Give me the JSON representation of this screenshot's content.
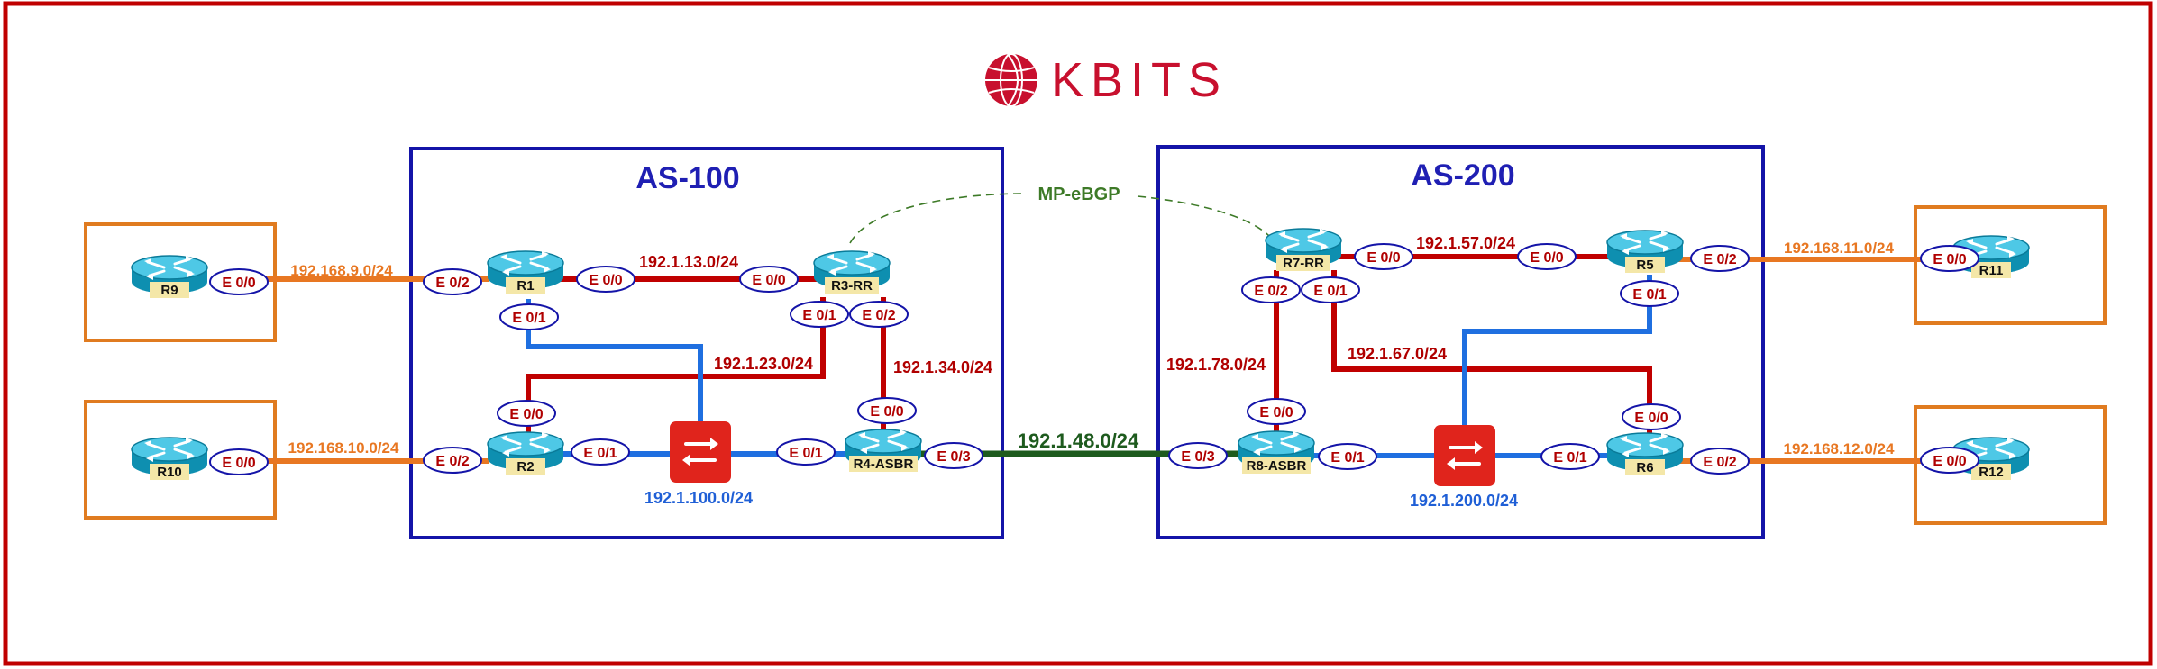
{
  "logo": {
    "text": "KBITS",
    "color": "#c8102e"
  },
  "autonomous_systems": [
    {
      "id": "as100",
      "label": "AS-100"
    },
    {
      "id": "as200",
      "label": "AS-200"
    }
  ],
  "peering_label": "MP-eBGP",
  "routers": {
    "R1": "R1",
    "R2": "R2",
    "R3": "R3-RR",
    "R4": "R4-ASBR",
    "R5": "R5",
    "R6": "R6",
    "R7": "R7-RR",
    "R8": "R8-ASBR",
    "R9": "R9",
    "R10": "R10",
    "R11": "R11",
    "R12": "R12"
  },
  "networks": {
    "n_r9": "192.168.9.0/24",
    "n_r10": "192.168.10.0/24",
    "n_r11": "192.168.11.0/24",
    "n_r12": "192.168.12.0/24",
    "n_13": "192.1.13.0/24",
    "n_23": "192.1.23.0/24",
    "n_34": "192.1.34.0/24",
    "n_100": "192.1.100.0/24",
    "n_48": "192.1.48.0/24",
    "n_57": "192.1.57.0/24",
    "n_67": "192.1.67.0/24",
    "n_78": "192.1.78.0/24",
    "n_200": "192.1.200.0/24"
  },
  "interfaces": {
    "r9_e00": "E 0/0",
    "r10_e00": "E 0/0",
    "r1_e02": "E 0/2",
    "r1_e00": "E 0/0",
    "r1_e01": "E 0/1",
    "r2_e02": "E 0/2",
    "r2_e00": "E 0/0",
    "r2_e01": "E 0/1",
    "r3_e00": "E 0/0",
    "r3_e01": "E 0/1",
    "r3_e02": "E 0/2",
    "r4_e00": "E 0/0",
    "r4_e01": "E 0/1",
    "r4_e03": "E 0/3",
    "r7_e00": "E 0/0",
    "r7_e01": "E 0/1",
    "r7_e02": "E 0/2",
    "r5_e00": "E 0/0",
    "r5_e01": "E 0/1",
    "r5_e02": "E 0/2",
    "r8_e00": "E 0/0",
    "r8_e01": "E 0/1",
    "r8_e03": "E 0/3",
    "r6_e00": "E 0/0",
    "r6_e01": "E 0/1",
    "r6_e02": "E 0/2",
    "r11_e00": "E 0/0",
    "r12_e00": "E 0/0"
  },
  "colors": {
    "frame": "#c00000",
    "as_box": "#1414a8",
    "ce_box": "#e07b20",
    "link_red": "#c00000",
    "link_blue": "#1f6fe0",
    "link_orange": "#e87722",
    "link_green": "#1e5b1e",
    "switch": "#e0241c"
  },
  "icons": {
    "router": "router-icon",
    "switch": "switch-icon",
    "logo": "globe-logo-icon"
  }
}
